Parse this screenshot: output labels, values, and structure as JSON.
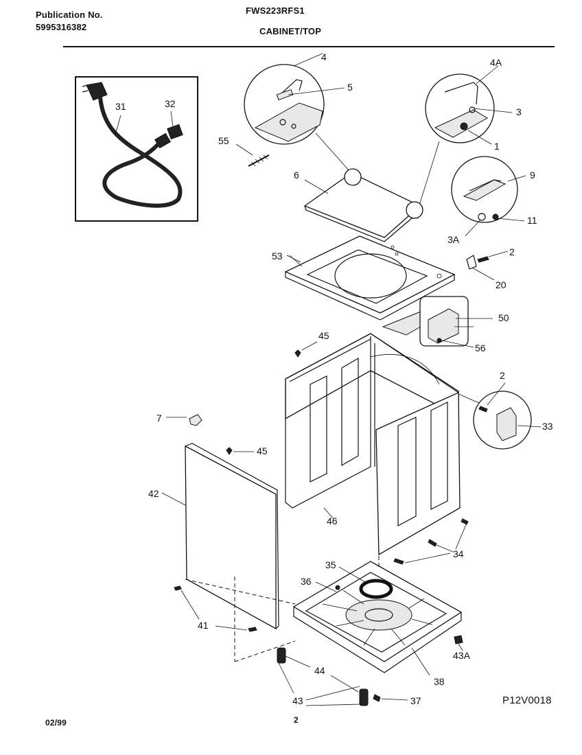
{
  "header": {
    "publication_label": "Publication No.",
    "publication_number": "5995316382",
    "model": "FWS223RFS1",
    "section": "CABINET/TOP"
  },
  "footer": {
    "date": "02/99",
    "page": "2",
    "drawing_code": "P12V0018"
  },
  "callouts": {
    "c31": "31",
    "c32": "32",
    "c4": "4",
    "c4a": "4A",
    "c5": "5",
    "c3": "3",
    "c1": "1",
    "c55": "55",
    "c6": "6",
    "c9": "9",
    "c11": "11",
    "c3a": "3A",
    "c2a": "2",
    "c53": "53",
    "c20": "20",
    "c50": "50",
    "c56": "56",
    "c45a": "45",
    "c2b": "2",
    "c33": "33",
    "c7": "7",
    "c45b": "45",
    "c42": "42",
    "c46": "46",
    "c34": "34",
    "c35": "35",
    "c36": "36",
    "c41": "41",
    "c43a": "43A",
    "c44": "44",
    "c38": "38",
    "c43": "43",
    "c37": "37"
  }
}
